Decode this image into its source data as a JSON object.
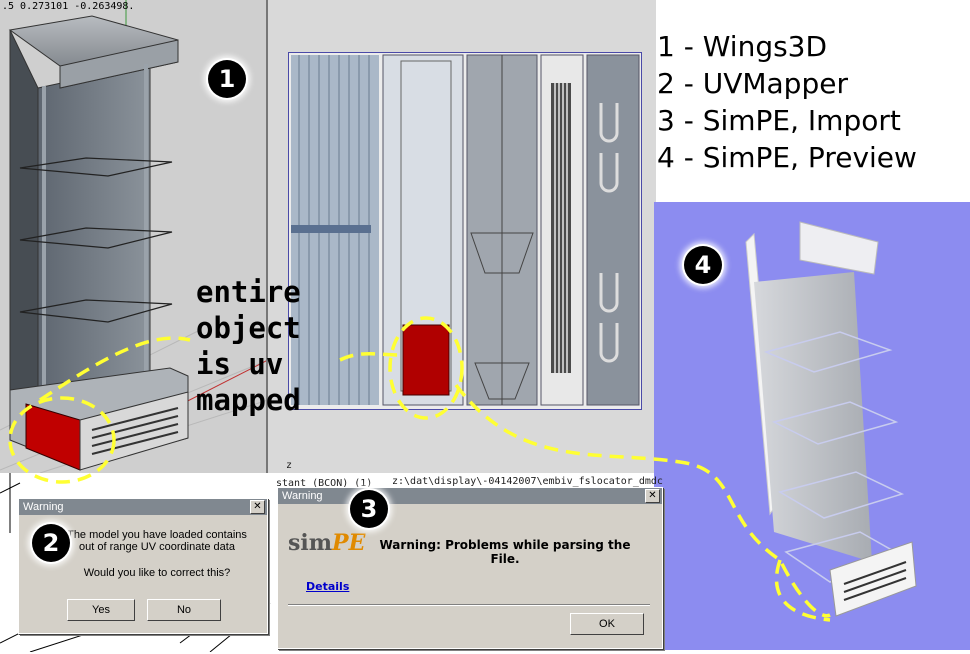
{
  "wings3d": {
    "coordinate_readout": ".5 0.273101 -0.263498."
  },
  "legend": {
    "items": [
      "1 - Wings3D",
      "2 - UVMapper",
      "3 - SimPE, Import",
      "4 - SimPE, Preview"
    ]
  },
  "markers": [
    "1",
    "2",
    "3",
    "4"
  ],
  "annotation": {
    "lines": [
      "entire",
      "object",
      "is uv",
      "mapped"
    ]
  },
  "background_fragments": {
    "path_text": "z:\\dat\\display\\-04142007\\embiv_fslocator_dmdc",
    "stant_text": "stant (BCON) (1)",
    "axis_label": "z"
  },
  "uvmapper_dialog": {
    "title": "Warning",
    "message_line1": "The model you have loaded contains",
    "message_line2": "out of range UV coordinate data",
    "question": "Would you like to correct this?",
    "yes_label": "Yes",
    "no_label": "No"
  },
  "simpe_dialog": {
    "title": "Warning",
    "logo_text": "sim",
    "logo_accent": "PE",
    "message_line1": "Warning: Problems while parsing the",
    "message_line2": "File.",
    "details_label": "Details",
    "ok_label": "OK"
  },
  "colors": {
    "preview_bg": "#8c8cf0",
    "highlight_red": "#b00000",
    "dashed_yellow": "#ffff33",
    "uv_frame": "#4a4aa8",
    "simpe_orange": "#e08a00"
  }
}
